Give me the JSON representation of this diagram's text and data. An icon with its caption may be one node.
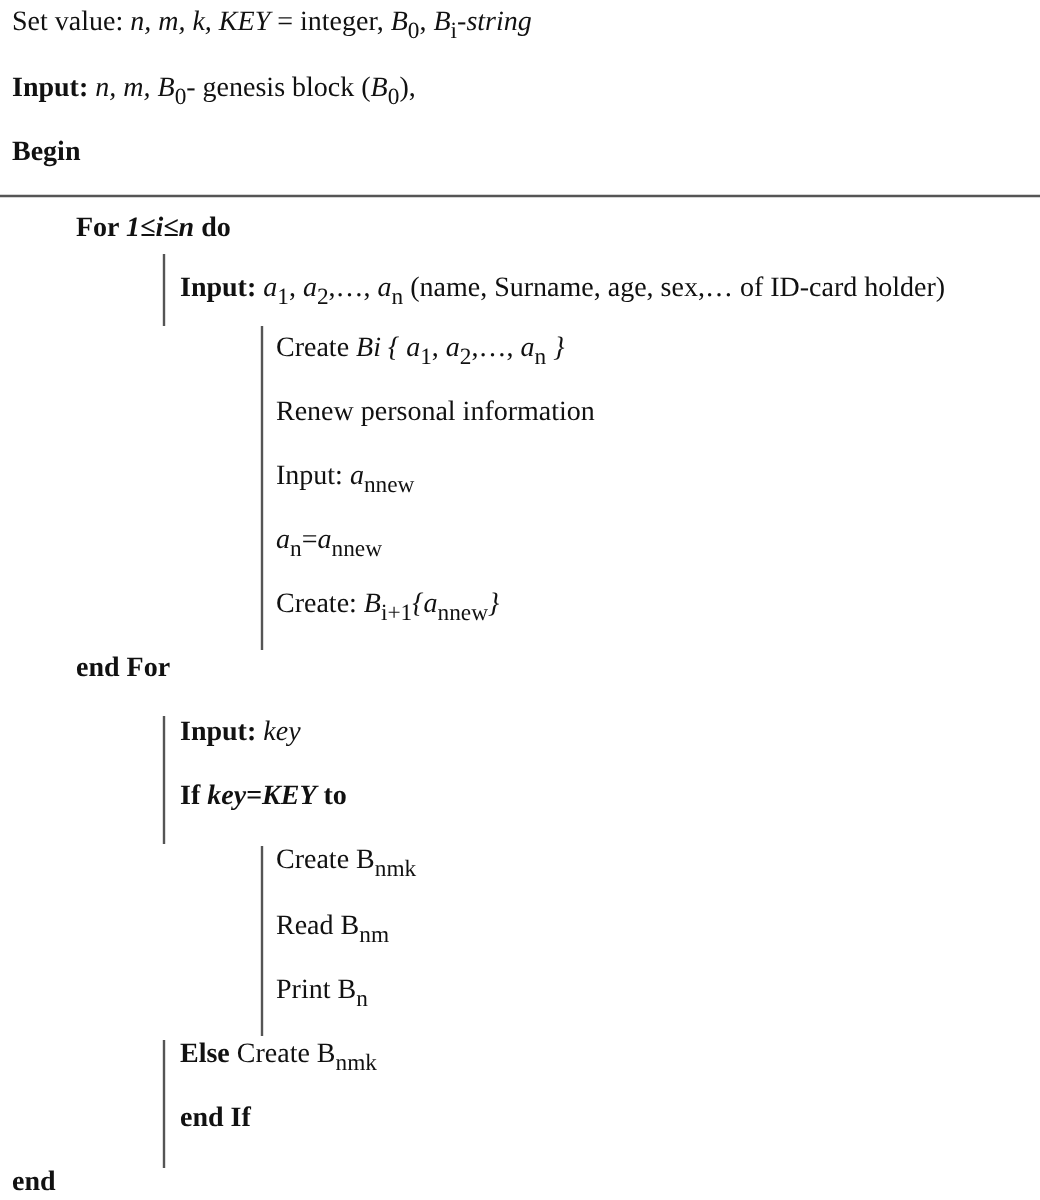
{
  "diagram": {
    "labels": [
      "Set value: *n, m, k, KEY* = integer, *B*$_{0}$, *B*$_{i}$*-string*",
      "**Input:** *n, m, B*$_{0}$- genesis block (*B*$_{0}$),",
      "Begin",
      "For *1≤i≤n* do",
      "**Input:** *a*$_{1}$, *a*$_{2}$,…, *a*$_{n}$ (name, Surname, age, sex,… of ID-card holder)",
      "Create *Bi {* *a*$_{1}$, *a*$_{2}$,…, *a*$_{n}$ *}*",
      "Renew personal information",
      "Input: *a*$_{nnew}$",
      "*a*$_{n}$=*a*$_{nnew}$",
      "Create: *B*$_{i+1}$*{a*$_{nnew}$*}*",
      "end For",
      "**Input:** *key*",
      "If *key=KEY* to",
      "Create B$_{nmk}$",
      "Read B$_{nm}$",
      "Print B$_{n}$",
      "**Else** Create B$_{nmk}$",
      "end If",
      "end"
    ]
  }
}
